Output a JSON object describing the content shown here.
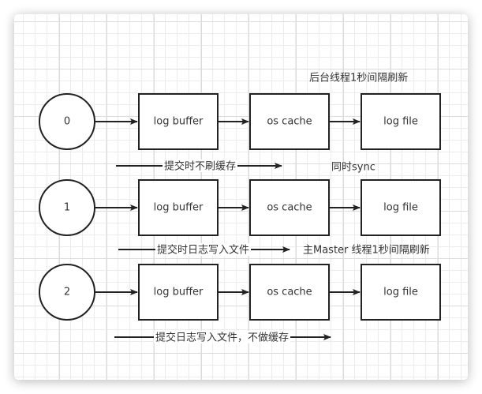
{
  "diagram": {
    "rows": [
      {
        "mode": "0",
        "nodes": [
          "log buffer",
          "os cache",
          "log file"
        ],
        "commit_note": "提交时不刷缓存",
        "flush_note": "同时sync"
      },
      {
        "mode": "1",
        "nodes": [
          "log buffer",
          "os cache",
          "log file"
        ],
        "commit_note": "提交时日志写入文件",
        "flush_note": "主Master 线程1秒间隔刷新"
      },
      {
        "mode": "2",
        "nodes": [
          "log buffer",
          "os cache",
          "log file"
        ],
        "commit_note": "提交日志写入文件，不做缓存",
        "flush_note": ""
      }
    ],
    "background_note": "后台线程1秒间隔刷新",
    "colors": {
      "stroke": "#222222",
      "text": "#333333",
      "grid_minor": "#ececec",
      "grid_major": "#dcdcdc"
    }
  }
}
